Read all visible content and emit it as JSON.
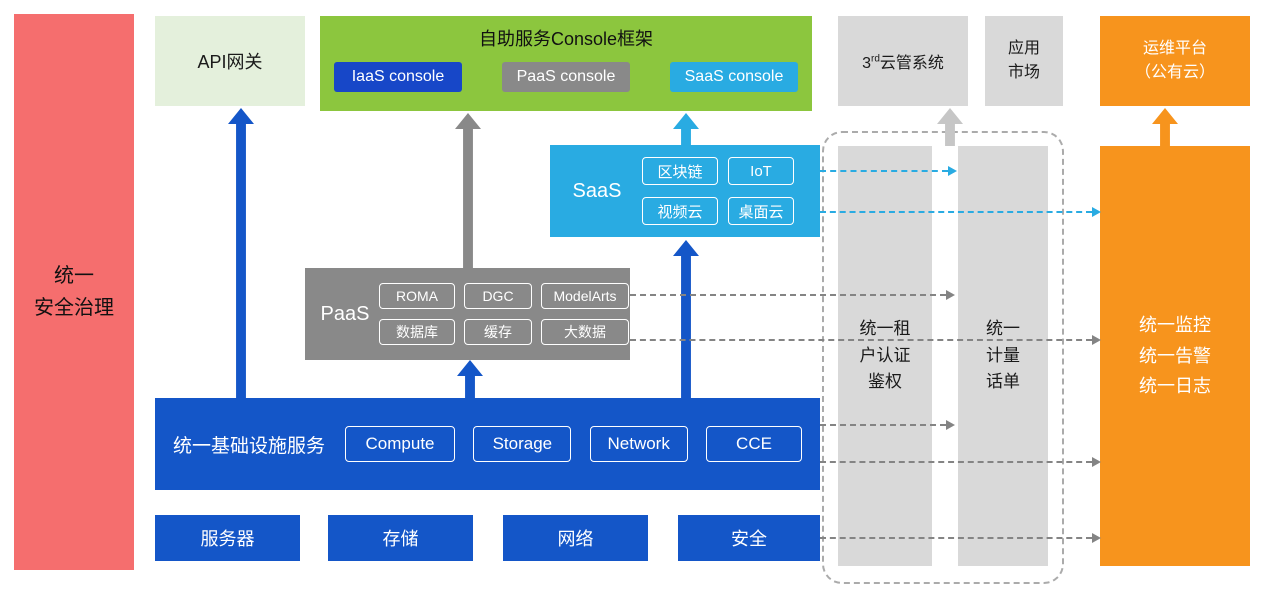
{
  "palette": {
    "blue": "#1456C8",
    "gray": "#898989",
    "cyan": "#29ABE2",
    "orange": "#F7941D",
    "green": "#8CC63E",
    "light_green": "#E4F0DC",
    "light_gray": "#D9D9D9",
    "red": "#F56E6E"
  },
  "security_bar": {
    "label": "统一\n安全治理"
  },
  "api_gateway": {
    "label": "API网关"
  },
  "console_framework": {
    "title": "自助服务Console框架",
    "iaas_console": "IaaS console",
    "paas_console": "PaaS console",
    "saas_console": "SaaS console"
  },
  "third_cloud": {
    "base": "3",
    "sup": "rd",
    "rest": "云管系统"
  },
  "app_market": {
    "label": "应用\n市场"
  },
  "om_platform": {
    "label": "运维平台\n（公有云）"
  },
  "saas": {
    "label": "SaaS",
    "items": [
      "区块链",
      "IoT",
      "视频云",
      "桌面云"
    ]
  },
  "paas": {
    "label": "PaaS",
    "items": [
      "ROMA",
      "DGC",
      "ModelArts",
      "数据库",
      "缓存",
      "大数据"
    ]
  },
  "infra": {
    "label": "统一基础设施服务",
    "items": [
      "Compute",
      "Storage",
      "Network",
      "CCE"
    ]
  },
  "hardware": {
    "items": [
      "服务器",
      "存储",
      "网络",
      "安全"
    ]
  },
  "auth_bar": {
    "label": "统一租\n户认证\n鉴权"
  },
  "metering_bar": {
    "label": "统一\n计量\n话单"
  },
  "monitor_bar": {
    "label": "统一监控\n统一告警\n统一日志"
  }
}
